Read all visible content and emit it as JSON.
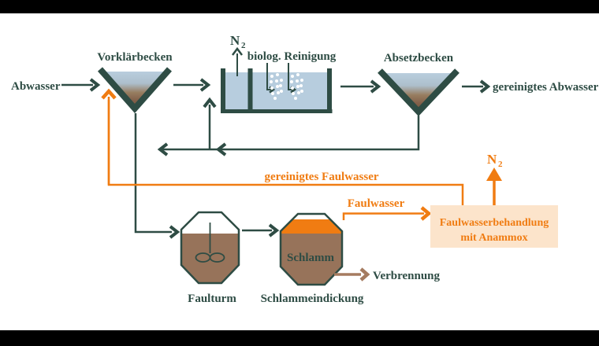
{
  "colors": {
    "dark_teal": "#2e4c44",
    "orange": "#f07c12",
    "water_blue": "#b7cdde",
    "sludge_brown": "#97735a",
    "light_brown": "#a57b60",
    "peach": "#fce4cb",
    "letterbox_black": "#000000",
    "background": "#ffffff"
  },
  "flows": {
    "abwasser": "Abwasser",
    "gereinigtes_abwasser": "gereinigtes Abwasser",
    "gereinigtes_faulwasser": "gereinigtes Faulwasser",
    "faulwasser": "Faulwasser",
    "verbrennung": "Verbrennung",
    "n2_biology": {
      "symbol": "N",
      "subscript": "2"
    },
    "n2_anammox": {
      "symbol": "N",
      "subscript": "2"
    }
  },
  "nodes": {
    "vorklaerbecken": "Vorklärbecken",
    "biolog_reinigung": "biolog. Reinigung",
    "absetzbecken": "Absetzbecken",
    "faulturm": "Faulturm",
    "schlamm": "Schlamm",
    "schlammeindickung": "Schlammeindickung",
    "anammox_line1": "Faulwasserbehandlung",
    "anammox_line2": "mit Anammox"
  }
}
